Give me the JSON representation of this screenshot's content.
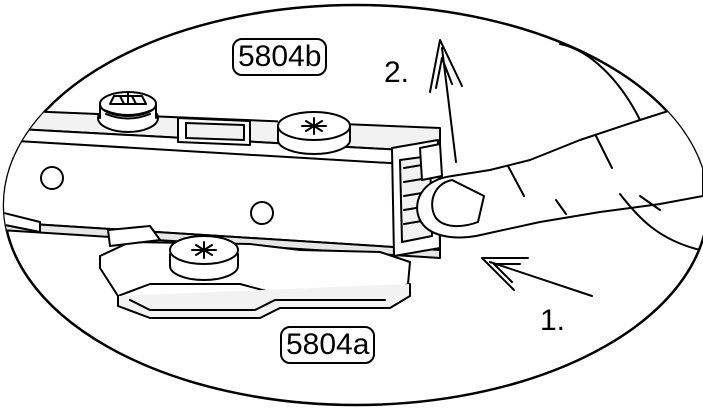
{
  "labels": {
    "part_top": "5804b",
    "part_bottom": "5804a",
    "step_one": "1.",
    "step_two": "2."
  },
  "colors": {
    "line": "#000000",
    "fill": "#ffffff",
    "shade": "#e6e6e6"
  }
}
